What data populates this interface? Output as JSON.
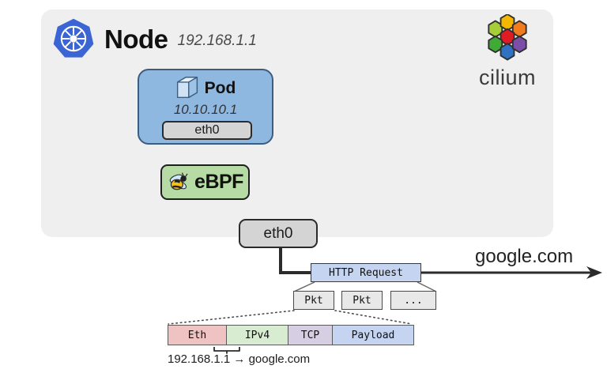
{
  "node": {
    "title": "Node",
    "ip": "192.168.1.1",
    "logo_icon": "kubernetes-logo-icon",
    "bg_color": "#efefef"
  },
  "cilium": {
    "wordmark": "cilium",
    "logo_icon": "cilium-hexagon-logo-icon",
    "hex_colors": {
      "top_left": "#a6ce39",
      "top_center": "#f5b800",
      "top_right": "#f07c1e",
      "center": "#e01b24",
      "bottom_left": "#3faa35",
      "bottom_center": "#2f72c4",
      "bottom_right": "#7b4ea8"
    }
  },
  "pod": {
    "title": "Pod",
    "ip": "10.10.10.1",
    "interface": "eth0",
    "icon": "cube-icon",
    "fill_color": "#8fb8e0",
    "border_color": "#3d5d80"
  },
  "ebpf": {
    "label": "eBPF",
    "icon": "bee-icon",
    "fill_color": "#b6dba4"
  },
  "node_interface": {
    "label": "eth0",
    "fill_color": "#d4d4d4"
  },
  "request": {
    "label": "HTTP Request",
    "fill_color": "#c5d4f0",
    "destination": "google.com"
  },
  "packets": [
    {
      "label": "Pkt"
    },
    {
      "label": "Pkt"
    },
    {
      "label": "..."
    }
  ],
  "packet_structure": {
    "fields": [
      {
        "label": "Eth",
        "color": "#f0c3c3",
        "width": 74
      },
      {
        "label": "IPv4",
        "color": "#d7ecd0",
        "width": 78
      },
      {
        "label": "TCP",
        "color": "#d6cfe4",
        "width": 56
      },
      {
        "label": "Payload",
        "color": "#c5d4f0",
        "width": 102
      }
    ]
  },
  "flow_caption": "192.168.1.1 → google.com"
}
